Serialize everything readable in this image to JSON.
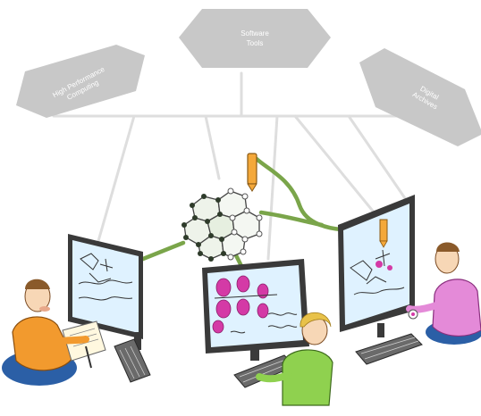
{
  "diagram": {
    "hexagons": {
      "software_tools": {
        "line1": "Software",
        "line2": "Tools"
      },
      "hpc": {
        "line1": "High Performance",
        "line2": "Computing"
      },
      "digital_archives": {
        "line1": "Digital",
        "line2": "Archives"
      }
    },
    "colors": {
      "hex_fill": "#c8c8c8",
      "connector": "#dedede",
      "green_link": "#7aa54a",
      "monitor_screen": "#dff2ff",
      "magenta": "#d43aa6",
      "orange_shirt": "#f29a2e",
      "green_shirt": "#8fd14f",
      "pink_shirt": "#e48ad8"
    },
    "icons": [
      "molecule-icon",
      "probe-tip-icon",
      "monitor-icon",
      "keyboard-icon",
      "researcher-figure"
    ]
  }
}
